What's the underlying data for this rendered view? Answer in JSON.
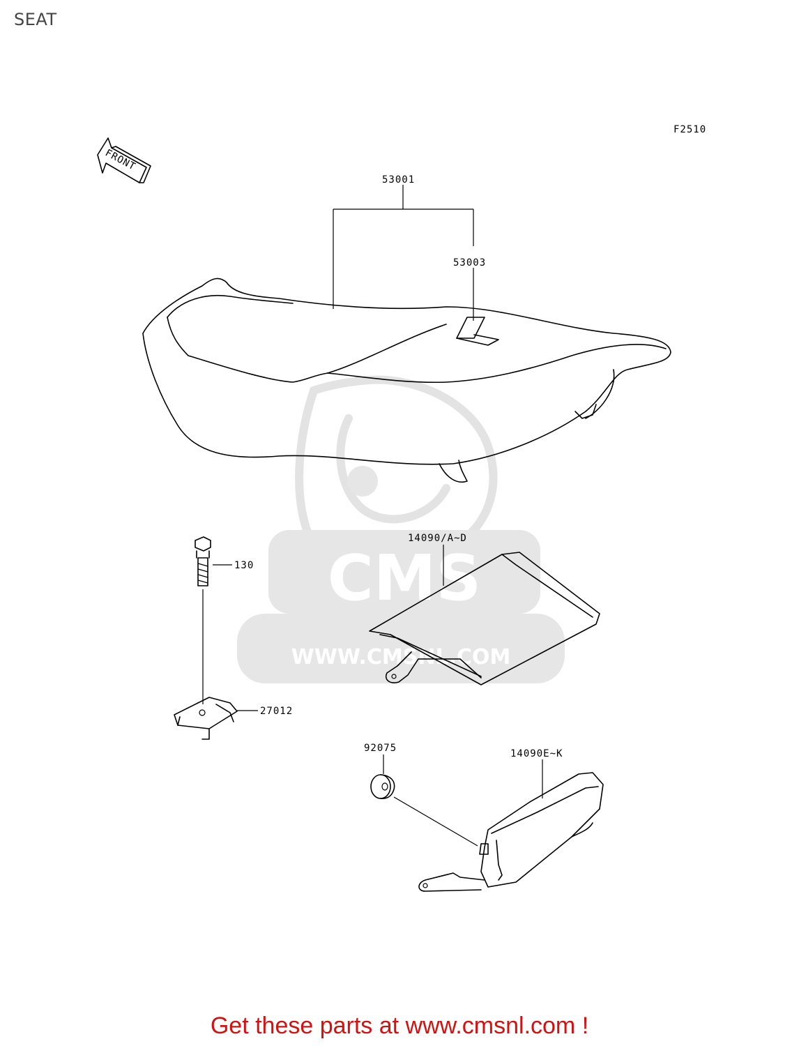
{
  "page": {
    "title": "SEAT"
  },
  "diagram": {
    "figure_code": "F2510",
    "front_label": "FRONT",
    "parts": [
      {
        "id": "53001"
      },
      {
        "id": "53003"
      },
      {
        "id": "14090/A~D"
      },
      {
        "id": "130"
      },
      {
        "id": "27012"
      },
      {
        "id": "92075"
      },
      {
        "id": "14090E~K"
      }
    ]
  },
  "watermark": {
    "logo_text": "CMS",
    "url_text": "WWW.CMSNL.COM"
  },
  "footer": {
    "cta_text": "Get these parts at www.cmsnl.com !",
    "cta_color": "#d41111"
  }
}
